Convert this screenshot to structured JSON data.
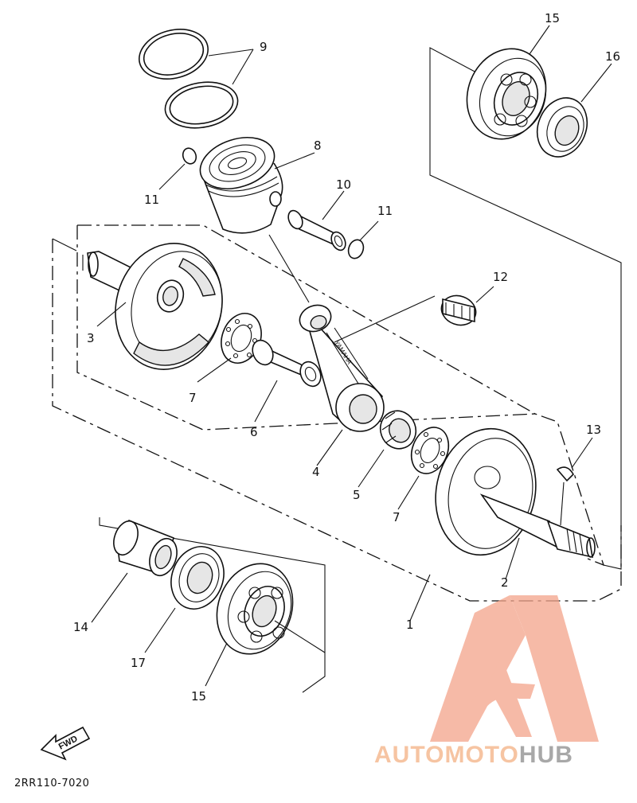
{
  "diagram": {
    "callouts": [
      "1",
      "2",
      "3",
      "4",
      "5",
      "6",
      "7",
      "8",
      "9",
      "10",
      "11",
      "12",
      "13",
      "14",
      "15",
      "16",
      "17"
    ],
    "drawing_code": "2RR110-7020",
    "fwd_arrow_text": "FWD",
    "rod_marking": "YAMAHA"
  },
  "watermark": {
    "word_colored": "AUTOMOTO",
    "word_gray": "HUB",
    "accent_color": "#f4a48a",
    "text_color_1": "#f4b183",
    "text_color_2": "#8c8c8c"
  }
}
